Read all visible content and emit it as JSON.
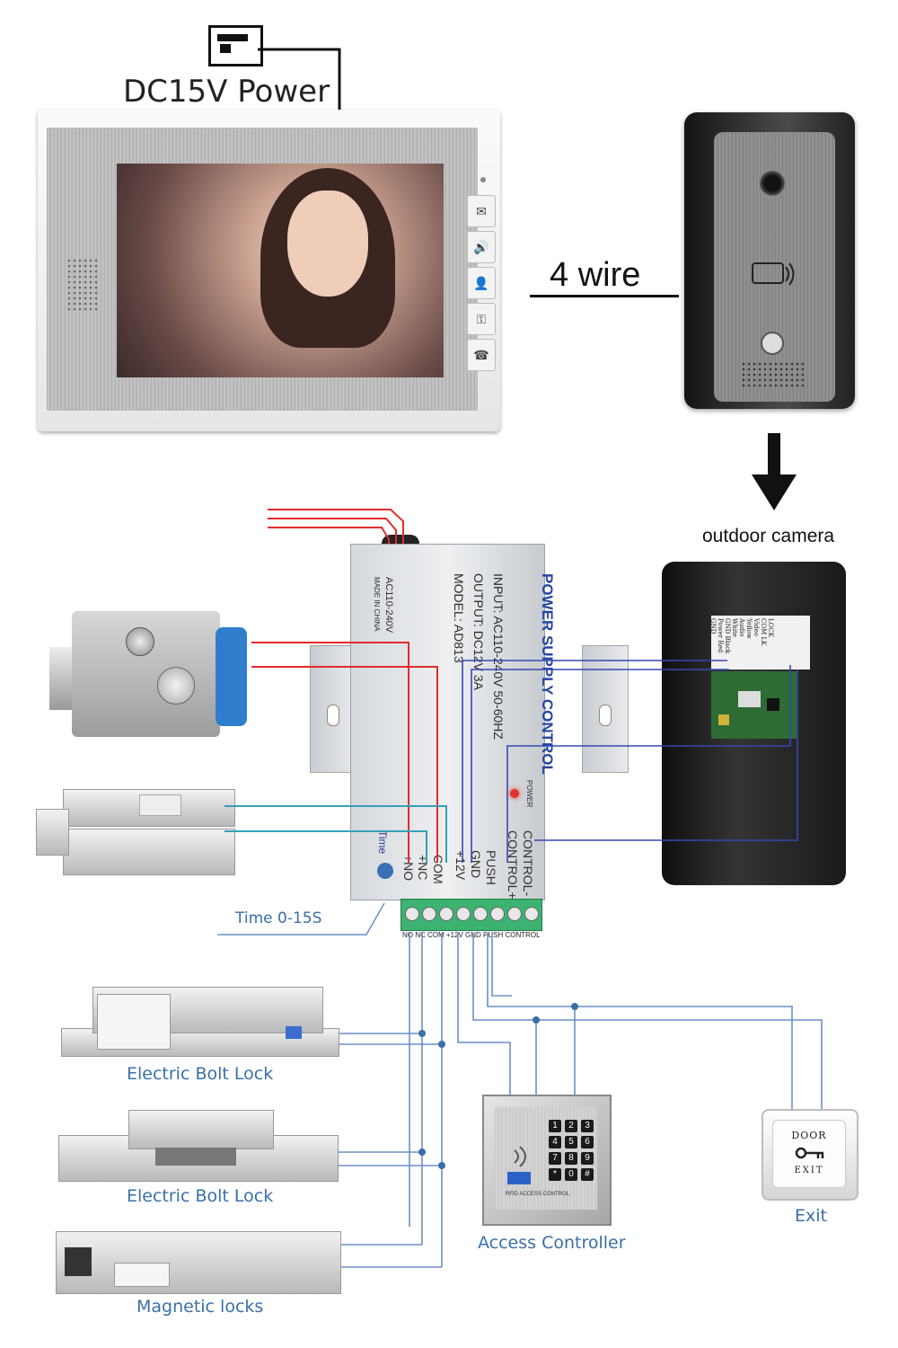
{
  "monitor": {
    "power_label": "DC15V Power",
    "wire_label": "4 wire",
    "buttons": [
      "✉",
      "🔊",
      "👤",
      "⚿",
      "☎"
    ]
  },
  "camera": {
    "label": "outdoor camera",
    "back_terminals": [
      "LOCK",
      "COM LK",
      "Video Yellow",
      "Audio White",
      "GND Black",
      "Power Red",
      "GND"
    ]
  },
  "power_supply": {
    "title": "POWER SUPPLY CONTROL",
    "input": "INPUT: AC110-240V 50-60HZ",
    "output": "OUTPUT: DC12V 3A",
    "model": "MODEL: AD813",
    "ac_range": "AC110-240V",
    "made_in": "MADE IN CHINA",
    "power_led_label": "POWER",
    "time_label": "Time",
    "side_terminals": [
      "+NO",
      "+NC",
      "COM",
      "+12V",
      "GND",
      "PUSH",
      "CONTROL-",
      "CONTROL+"
    ],
    "bottom_terminals": "NO NC COM +12V GND PUSH CONTROL",
    "time_range": "Time 0-15S"
  },
  "devices": {
    "bolt_lock_1": "Electric Bolt Lock",
    "bolt_lock_2": "Electric Bolt Lock",
    "magnetic": "Magnetic locks",
    "access": "Access Controller",
    "exit": "Exit",
    "access_keys": [
      "1",
      "2",
      "3",
      "4",
      "5",
      "6",
      "7",
      "8",
      "9",
      "*",
      "0",
      "#"
    ],
    "access_panel_text": "RFID ACCESS CONTROL",
    "exit_door": "DOOR",
    "exit_exit": "EXIT"
  },
  "colors": {
    "wire_red": "#e12b2b",
    "wire_blue": "#3449b3",
    "wire_cyan": "#35a0b8",
    "wire_lightblue": "#6b8fc7",
    "label_blue": "#3a6fa8"
  }
}
